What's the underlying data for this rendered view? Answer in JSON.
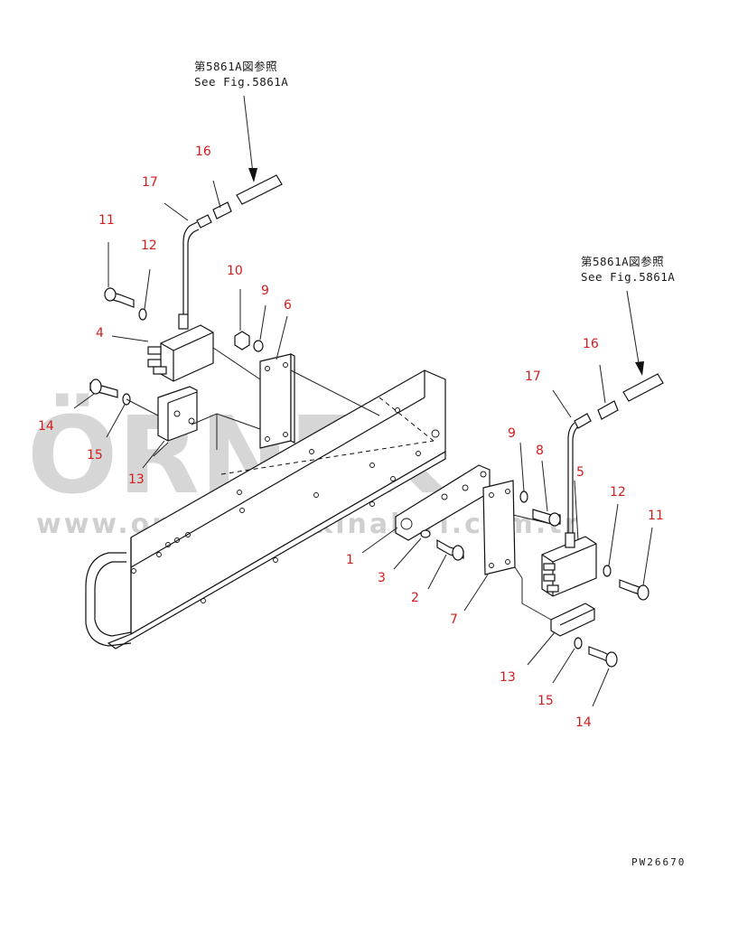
{
  "watermark": {
    "brand": "ÖRNEK",
    "url": "www.ornekismakinalari.com.tr"
  },
  "references": [
    {
      "line1": "第5861A図参照",
      "line2": "See Fig.5861A"
    },
    {
      "line1": "第5861A図参照",
      "line2": "See Fig.5861A"
    }
  ],
  "labels": {
    "l1": "1",
    "l2": "2",
    "l3": "3",
    "l4": "4",
    "l5": "5",
    "l6": "6",
    "l7": "7",
    "l8": "8",
    "l9a": "9",
    "l9b": "9",
    "l10": "10",
    "l11a": "11",
    "l11b": "11",
    "l12a": "12",
    "l12b": "12",
    "l13a": "13",
    "l13b": "13",
    "l14a": "14",
    "l14b": "14",
    "l15a": "15",
    "l15b": "15",
    "l16a": "16",
    "l16b": "16",
    "l17a": "17",
    "l17b": "17"
  },
  "drawing_code": "PW26670"
}
